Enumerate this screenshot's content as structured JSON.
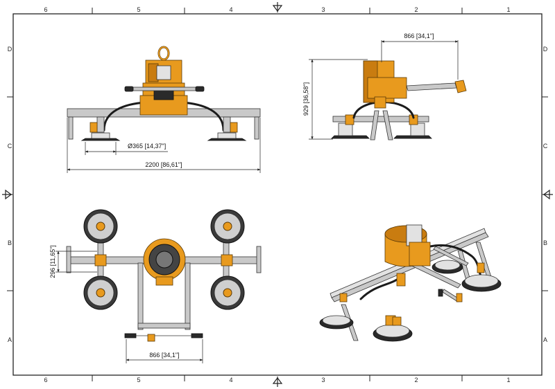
{
  "sheet": {
    "top_zones": [
      "6",
      "5",
      "4",
      "3",
      "2",
      "1"
    ],
    "bottom_zones": [
      "6",
      "5",
      "4",
      "3",
      "2",
      "1"
    ],
    "left_zones": [
      "D",
      "C",
      "B",
      "A"
    ],
    "right_zones": [
      "D",
      "C",
      "B",
      "A"
    ]
  },
  "dimensions": {
    "front_pad_diameter": "Ø365 [14,37\"]",
    "front_overall_width": "2200 [86,61\"]",
    "side_handle_reach": "866 [34,1\"]",
    "side_height": "929 [36,58\"]",
    "top_pad_spacing": "296 [11,65\"]",
    "top_handle_width": "866 [34,1\"]"
  },
  "colors": {
    "body": "#e89a1e",
    "frame": "#c9c9c9",
    "pads": "#2a2a2a"
  },
  "views": [
    "front-view",
    "side-view",
    "top-view",
    "isometric-view"
  ]
}
